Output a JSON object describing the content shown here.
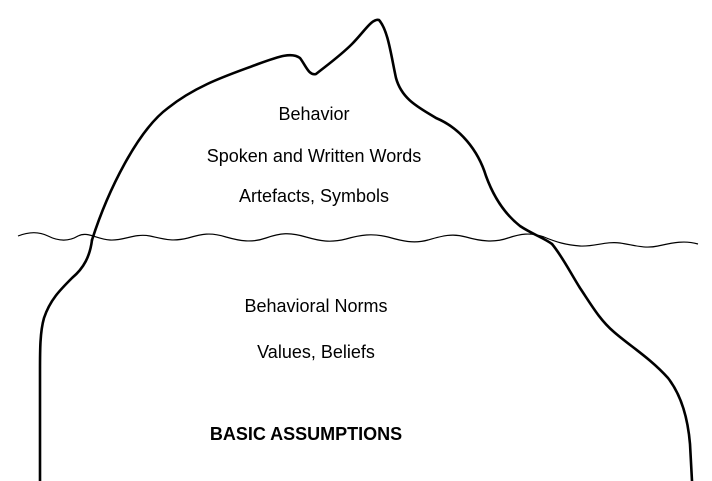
{
  "above_water": {
    "line1": "Behavior",
    "line2": "Spoken and Written Words",
    "line3": "Artefacts, Symbols"
  },
  "below_water": {
    "line1": "Behavioral Norms",
    "line2": "Values, Beliefs"
  },
  "foundation": {
    "label": "BASIC ASSUMPTIONS"
  },
  "colors": {
    "stroke": "#000000",
    "text": "#000000",
    "background": "#ffffff"
  }
}
